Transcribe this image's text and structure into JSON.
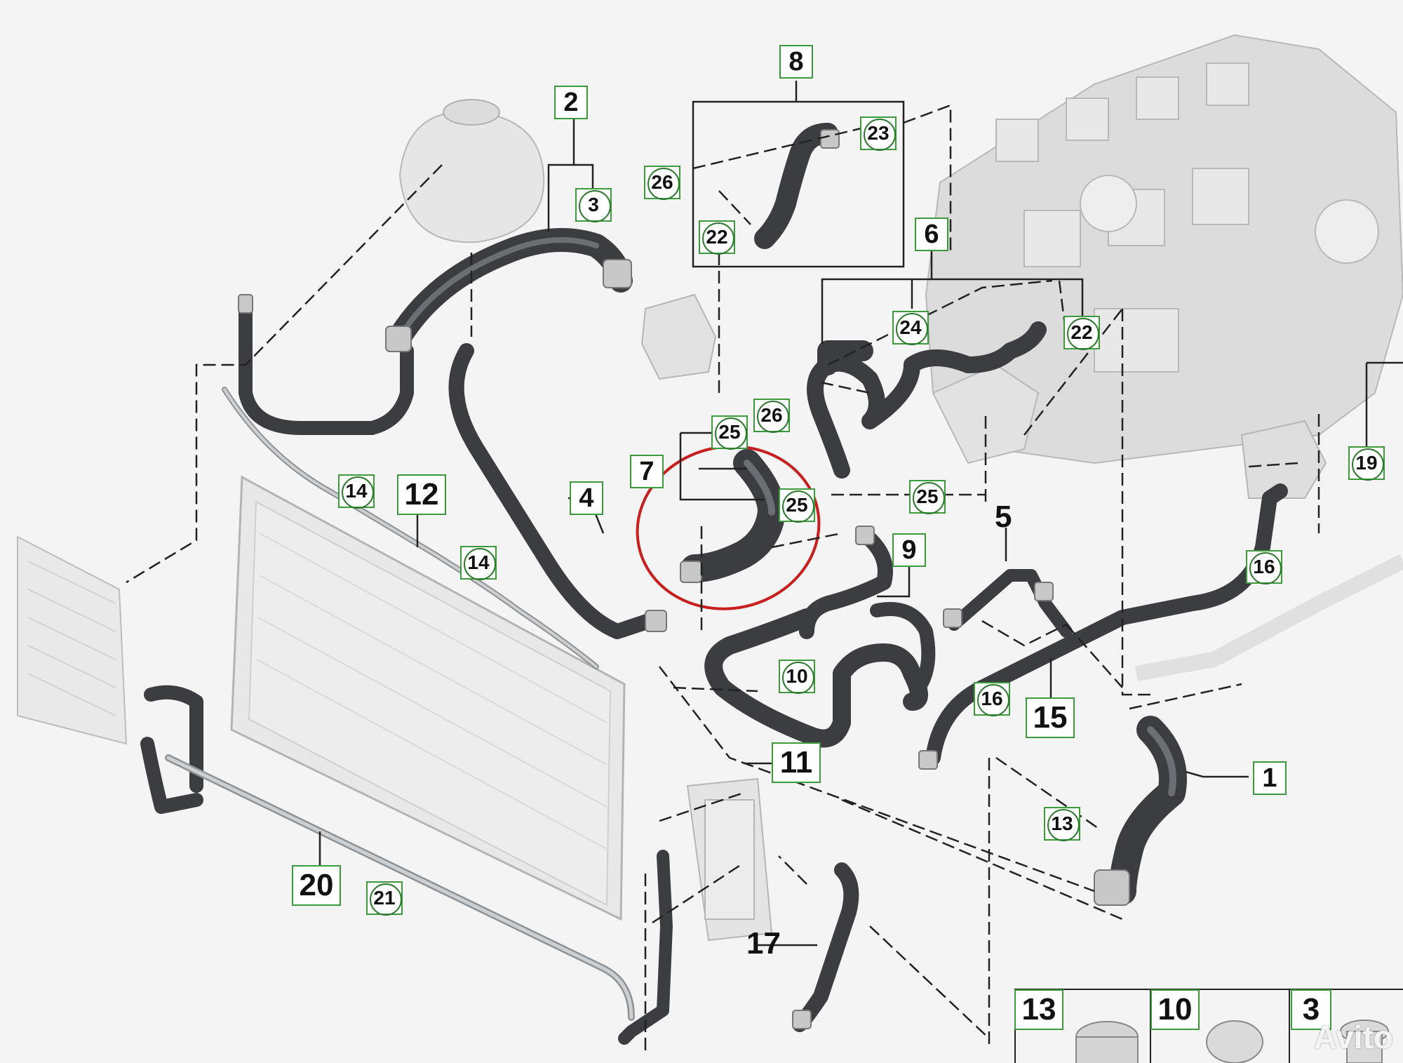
{
  "labels_square": [
    {
      "id": "l1",
      "text": "1"
    },
    {
      "id": "l2",
      "text": "2"
    },
    {
      "id": "l4",
      "text": "4"
    },
    {
      "id": "l6",
      "text": "6"
    },
    {
      "id": "l7",
      "text": "7"
    },
    {
      "id": "l8",
      "text": "8"
    },
    {
      "id": "l9",
      "text": "9"
    },
    {
      "id": "l11",
      "text": "11"
    },
    {
      "id": "l12",
      "text": "12"
    },
    {
      "id": "l15",
      "text": "15"
    },
    {
      "id": "l20",
      "text": "20"
    }
  ],
  "labels_circle": [
    {
      "id": "c3",
      "text": "3"
    },
    {
      "id": "c10",
      "text": "10"
    },
    {
      "id": "c13",
      "text": "13"
    },
    {
      "id": "c14a",
      "text": "14"
    },
    {
      "id": "c14b",
      "text": "14"
    },
    {
      "id": "c16a",
      "text": "16"
    },
    {
      "id": "c16b",
      "text": "16"
    },
    {
      "id": "c19",
      "text": "19"
    },
    {
      "id": "c21",
      "text": "21"
    },
    {
      "id": "c22a",
      "text": "22"
    },
    {
      "id": "c22b",
      "text": "22"
    },
    {
      "id": "c23",
      "text": "23"
    },
    {
      "id": "c24",
      "text": "24"
    },
    {
      "id": "c25a",
      "text": "25"
    },
    {
      "id": "c25b",
      "text": "25"
    },
    {
      "id": "c25c",
      "text": "25"
    },
    {
      "id": "c26a",
      "text": "26"
    },
    {
      "id": "c26b",
      "text": "26"
    }
  ],
  "labels_plain": [
    {
      "id": "p5",
      "text": "5"
    },
    {
      "id": "p17",
      "text": "17"
    }
  ],
  "legend": [
    {
      "id": "g13",
      "text": "13"
    },
    {
      "id": "g10",
      "text": "10"
    },
    {
      "id": "g3",
      "text": "3"
    }
  ],
  "watermark": "Avito",
  "colors": {
    "hose": "#3b3d40",
    "hose_highlight": "#6b6e72",
    "leader": "#222",
    "label_border": "#3c9a3c",
    "highlight_circle": "#c81e1e",
    "engine": "#d8d8d8",
    "radiator": "#e6e6e6"
  }
}
